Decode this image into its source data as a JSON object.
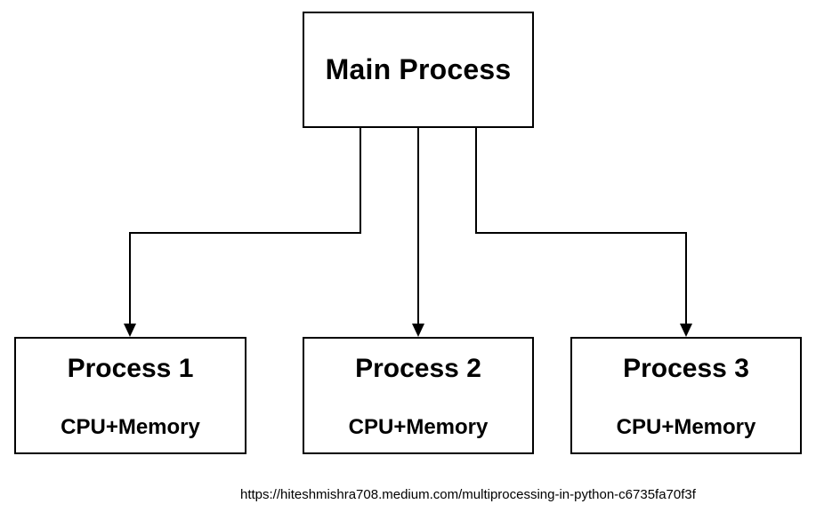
{
  "diagram": {
    "main_node": {
      "label": "Main Process"
    },
    "child_nodes": [
      {
        "label": "Process 1",
        "sublabel": "CPU+Memory"
      },
      {
        "label": "Process 2",
        "sublabel": "CPU+Memory"
      },
      {
        "label": "Process 3",
        "sublabel": "CPU+Memory"
      }
    ],
    "edges": [
      {
        "from": "Main Process",
        "to": "Process 1"
      },
      {
        "from": "Main Process",
        "to": "Process 2"
      },
      {
        "from": "Main Process",
        "to": "Process 3"
      }
    ]
  },
  "source_caption": "https://hiteshmishra708.medium.com/multiprocessing-in-python-c6735fa70f3f"
}
